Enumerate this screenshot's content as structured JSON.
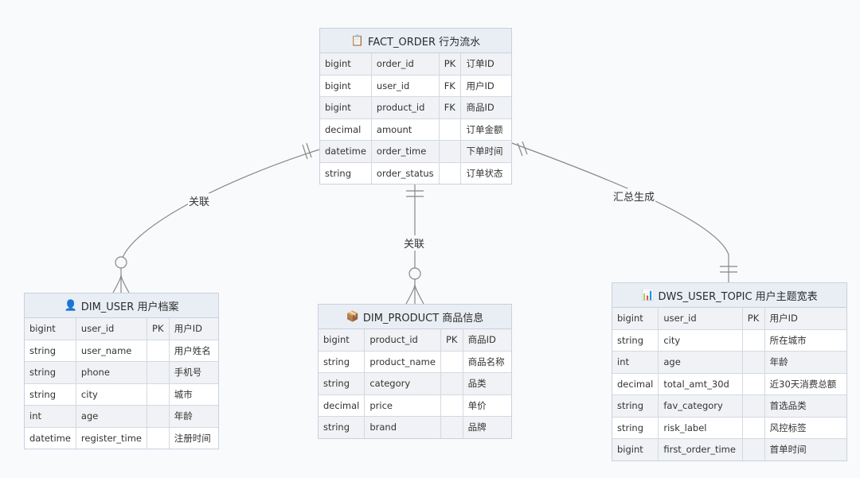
{
  "entities": {
    "fact_order": {
      "icon": "📋",
      "icon_name": "clipboard-icon",
      "title": "FACT_ORDER 行为流水",
      "rows": [
        [
          "bigint",
          "order_id",
          "PK",
          "订单ID"
        ],
        [
          "bigint",
          "user_id",
          "FK",
          "用户ID"
        ],
        [
          "bigint",
          "product_id",
          "FK",
          "商品ID"
        ],
        [
          "decimal",
          "amount",
          "",
          "订单金额"
        ],
        [
          "datetime",
          "order_time",
          "",
          "下单时间"
        ],
        [
          "string",
          "order_status",
          "",
          "订单状态"
        ]
      ]
    },
    "dim_user": {
      "icon": "👤",
      "icon_name": "user-icon",
      "title": "DIM_USER 用户档案",
      "rows": [
        [
          "bigint",
          "user_id",
          "PK",
          "用户ID"
        ],
        [
          "string",
          "user_name",
          "",
          "用户姓名"
        ],
        [
          "string",
          "phone",
          "",
          "手机号"
        ],
        [
          "string",
          "city",
          "",
          "城市"
        ],
        [
          "int",
          "age",
          "",
          "年龄"
        ],
        [
          "datetime",
          "register_time",
          "",
          "注册时间"
        ]
      ]
    },
    "dim_product": {
      "icon": "📦",
      "icon_name": "box-icon",
      "title": "DIM_PRODUCT 商品信息",
      "rows": [
        [
          "bigint",
          "product_id",
          "PK",
          "商品ID"
        ],
        [
          "string",
          "product_name",
          "",
          "商品名称"
        ],
        [
          "string",
          "category",
          "",
          "品类"
        ],
        [
          "decimal",
          "price",
          "",
          "单价"
        ],
        [
          "string",
          "brand",
          "",
          "品牌"
        ]
      ]
    },
    "dws_user_topic": {
      "icon": "📊",
      "icon_name": "bar-chart-icon",
      "title": "DWS_USER_TOPIC 用户主题宽表",
      "rows": [
        [
          "bigint",
          "user_id",
          "PK",
          "用户ID"
        ],
        [
          "string",
          "city",
          "",
          "所在城市"
        ],
        [
          "int",
          "age",
          "",
          "年龄"
        ],
        [
          "decimal",
          "total_amt_30d",
          "",
          "近30天消费总额"
        ],
        [
          "string",
          "fav_category",
          "",
          "首选品类"
        ],
        [
          "string",
          "risk_label",
          "",
          "风控标签"
        ],
        [
          "bigint",
          "first_order_time",
          "",
          "首单时间"
        ]
      ]
    }
  },
  "relationships": [
    {
      "from": "fact_order",
      "to": "dim_user",
      "label": "关联",
      "from_card": "exactly-one",
      "to_card": "zero-or-many"
    },
    {
      "from": "fact_order",
      "to": "dim_product",
      "label": "关联",
      "from_card": "exactly-one",
      "to_card": "zero-or-many"
    },
    {
      "from": "fact_order",
      "to": "dws_user_topic",
      "label": "汇总生成",
      "from_card": "exactly-one",
      "to_card": "exactly-one"
    }
  ],
  "colors": {
    "background": "#f9fafc",
    "header": "#e9eef5",
    "border": "#c9d1de",
    "line": "#888888"
  }
}
